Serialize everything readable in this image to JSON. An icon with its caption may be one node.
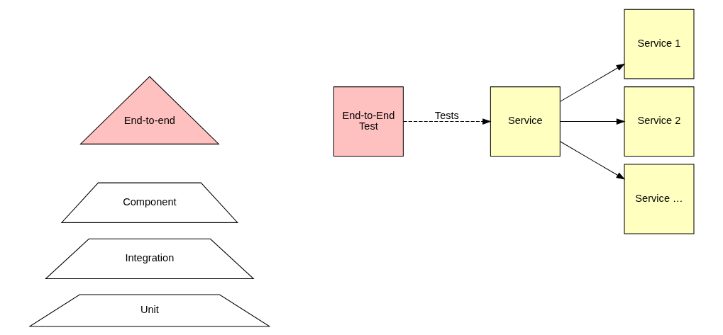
{
  "diagram": {
    "nodes": [
      {
        "text": [
          "End-to-end"
        ]
      },
      {
        "text": [
          "Component"
        ]
      },
      {
        "text": [
          "Integration"
        ]
      },
      {
        "text": [
          "Unit"
        ]
      },
      {
        "text": [
          "End-to-End Test"
        ]
      },
      {
        "text": [
          "Service"
        ]
      },
      {
        "text": [
          "Service 1"
        ]
      },
      {
        "text": [
          "Service 2"
        ]
      },
      {
        "text": [
          "Service …"
        ]
      }
    ],
    "edges": [
      {
        "from": 4,
        "to": 5,
        "arrow": "to",
        "label": "Tests",
        "style": "dashed"
      },
      {
        "from": 5,
        "to": 6,
        "arrow": "to"
      },
      {
        "from": 5,
        "to": 7,
        "arrow": "to"
      },
      {
        "from": 5,
        "to": 8,
        "arrow": "to"
      }
    ]
  }
}
